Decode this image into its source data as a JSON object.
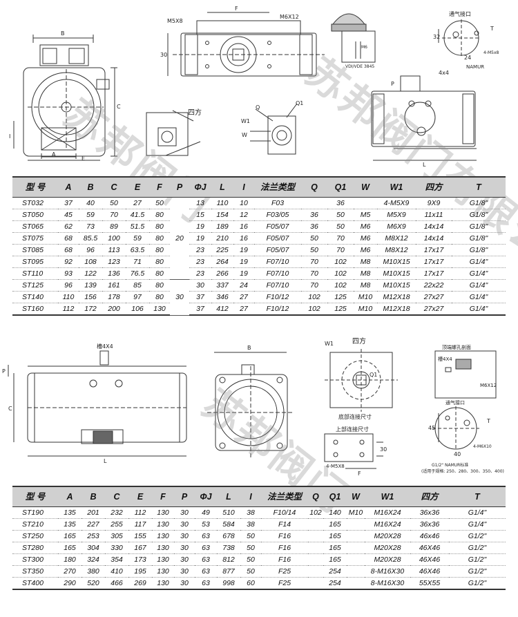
{
  "labels_top": {
    "B": "B",
    "C": "C",
    "A": "A",
    "E": "E",
    "I": "I",
    "F": "F",
    "M5X8": "M5X8",
    "M6X12": "M6X12",
    "dim30": "30",
    "sifang": "四方",
    "Q": "Q",
    "Q1": "Q1",
    "W1": "W1",
    "W": "W",
    "vdi": "VDI/VDE 3845",
    "M6": "M6",
    "tongqi": "通气接口",
    "T": "T",
    "dim32": "32",
    "dim24": "24",
    "M5x8b": "4-M5x8",
    "namur": "NAMUR",
    "L": "L",
    "P": "P",
    "dim4x4": "4x4"
  },
  "labels_bottom": {
    "cao": "槽4X4",
    "P": "P",
    "C": "C",
    "L": "L",
    "B": "B",
    "W1": "W1",
    "sifang": "四方",
    "Q1": "Q1",
    "dibu": "底部连接尺寸",
    "shangbu": "上部连接尺寸",
    "M5x8": "4-M5X8",
    "F": "F",
    "dim30": "30",
    "dingduan": "顶端螺孔剖面",
    "cao2": "槽4X4",
    "M6x12": "M6X12",
    "tongqi": "通气接口",
    "T": "T",
    "dim45": "45",
    "dim40": "40",
    "M6x10": "4-M6X10",
    "note1": "G1/2\" NAMUR标准",
    "note2": "(适用于规格: 250、280、300、350、400)"
  },
  "watermark": {
    "w1": "苏邦阀门有限公司",
    "w2": "苏邦阀门",
    "w3": "苏邦阀门"
  },
  "table1": {
    "headers": [
      "型 号",
      "A",
      "B",
      "C",
      "E",
      "F",
      "P",
      "ΦJ",
      "L",
      "I",
      "法兰类型",
      "Q",
      "Q1",
      "W",
      "W1",
      "四方",
      "T"
    ],
    "p_values": [
      "20",
      "30"
    ],
    "rows": [
      [
        "ST032",
        "37",
        "40",
        "50",
        "27",
        "50",
        "13",
        "110",
        "10",
        "F03",
        "",
        "36",
        "",
        "4-M5X9",
        "9X9",
        "G1/8\""
      ],
      [
        "ST050",
        "45",
        "59",
        "70",
        "41.5",
        "80",
        "15",
        "154",
        "12",
        "F03/05",
        "36",
        "50",
        "M5",
        "M5X9",
        "11x11",
        "G1/8\""
      ],
      [
        "ST065",
        "62",
        "73",
        "89",
        "51.5",
        "80",
        "19",
        "189",
        "16",
        "F05/07",
        "36",
        "50",
        "M6",
        "M6X9",
        "14x14",
        "G1/8\""
      ],
      [
        "ST075",
        "68",
        "85.5",
        "100",
        "59",
        "80",
        "19",
        "210",
        "16",
        "F05/07",
        "50",
        "70",
        "M6",
        "M8X12",
        "14x14",
        "G1/8\""
      ],
      [
        "ST085",
        "68",
        "96",
        "113",
        "63.5",
        "80",
        "23",
        "225",
        "19",
        "F05/07",
        "50",
        "70",
        "M6",
        "M8X12",
        "17x17",
        "G1/8\""
      ],
      [
        "ST095",
        "92",
        "108",
        "123",
        "71",
        "80",
        "23",
        "264",
        "19",
        "F07/10",
        "70",
        "102",
        "M8",
        "M10X15",
        "17x17",
        "G1/4\""
      ],
      [
        "ST110",
        "93",
        "122",
        "136",
        "76.5",
        "80",
        "23",
        "266",
        "19",
        "F07/10",
        "70",
        "102",
        "M8",
        "M10X15",
        "17x17",
        "G1/4\""
      ],
      [
        "ST125",
        "96",
        "139",
        "161",
        "85",
        "80",
        "30",
        "337",
        "24",
        "F07/10",
        "70",
        "102",
        "M8",
        "M10X15",
        "22x22",
        "G1/4\""
      ],
      [
        "ST140",
        "110",
        "156",
        "178",
        "97",
        "80",
        "37",
        "346",
        "27",
        "F10/12",
        "102",
        "125",
        "M10",
        "M12X18",
        "27x27",
        "G1/4\""
      ],
      [
        "ST160",
        "112",
        "172",
        "200",
        "106",
        "130",
        "37",
        "412",
        "27",
        "F10/12",
        "102",
        "125",
        "M10",
        "M12X18",
        "27x27",
        "G1/4\""
      ]
    ]
  },
  "table2": {
    "headers": [
      "型 号",
      "A",
      "B",
      "C",
      "E",
      "F",
      "P",
      "ΦJ",
      "L",
      "I",
      "法兰类型",
      "Q",
      "Q1",
      "W",
      "W1",
      "四方",
      "T"
    ],
    "rows": [
      [
        "ST190",
        "135",
        "201",
        "232",
        "112",
        "130",
        "30",
        "49",
        "510",
        "38",
        "F10/14",
        "102",
        "140",
        "M10",
        "M16X24",
        "36x36",
        "G1/4\""
      ],
      [
        "ST210",
        "135",
        "227",
        "255",
        "117",
        "130",
        "30",
        "53",
        "584",
        "38",
        "F14",
        "",
        "165",
        "",
        "M16X24",
        "36x36",
        "G1/4\""
      ],
      [
        "ST250",
        "165",
        "253",
        "305",
        "155",
        "130",
        "30",
        "63",
        "678",
        "50",
        "F16",
        "",
        "165",
        "",
        "M20X28",
        "46x46",
        "G1/2\""
      ],
      [
        "ST280",
        "165",
        "304",
        "330",
        "167",
        "130",
        "30",
        "63",
        "738",
        "50",
        "F16",
        "",
        "165",
        "",
        "M20X28",
        "46X46",
        "G1/2\""
      ],
      [
        "ST300",
        "180",
        "324",
        "354",
        "173",
        "130",
        "30",
        "63",
        "812",
        "50",
        "F16",
        "",
        "165",
        "",
        "M20X28",
        "46X46",
        "G1/2\""
      ],
      [
        "ST350",
        "270",
        "380",
        "410",
        "195",
        "130",
        "30",
        "63",
        "877",
        "50",
        "F25",
        "",
        "254",
        "",
        "8-M16X30",
        "46X46",
        "G1/2\""
      ],
      [
        "ST400",
        "290",
        "520",
        "466",
        "269",
        "130",
        "30",
        "63",
        "998",
        "60",
        "F25",
        "",
        "254",
        "",
        "8-M16X30",
        "55X55",
        "G1/2\""
      ]
    ]
  }
}
